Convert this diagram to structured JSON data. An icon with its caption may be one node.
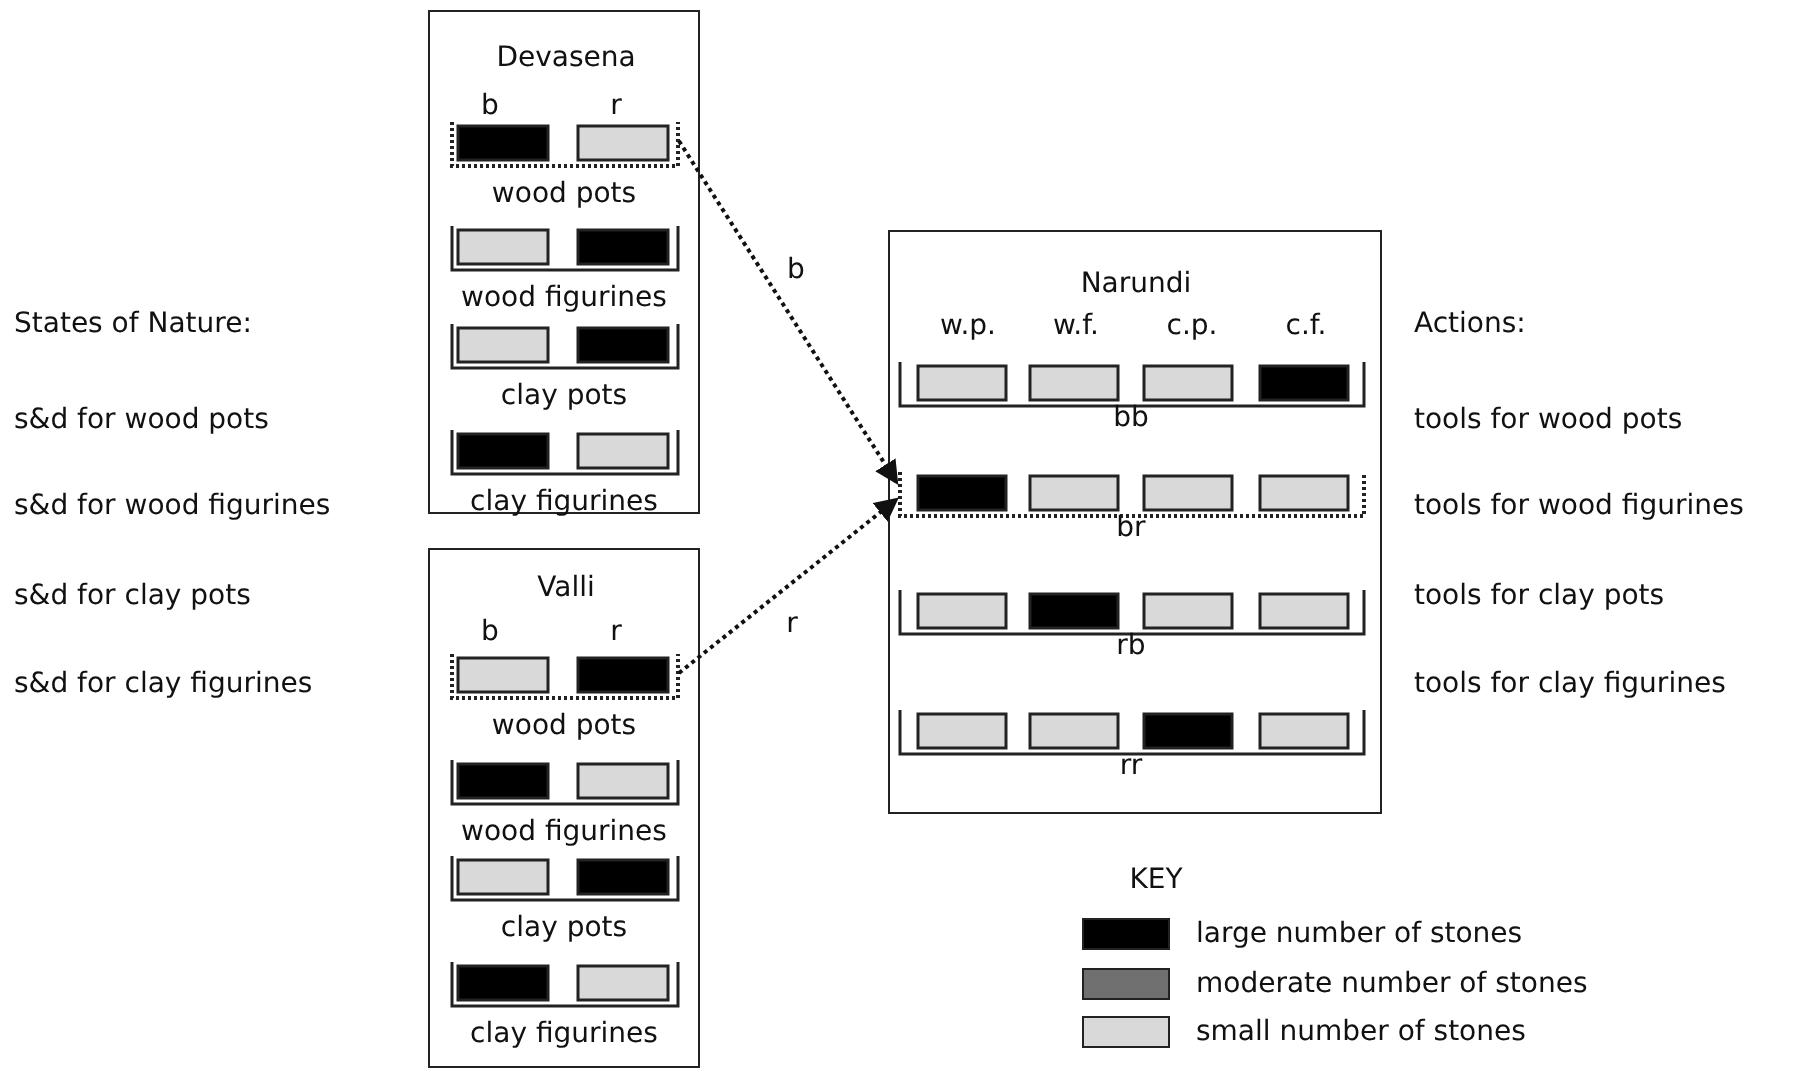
{
  "diagram": {
    "nodes": [
      {
        "text": [
          "Devasena",
          "b",
          "r"
        ]
      },
      {
        "text": [
          "wood pots"
        ],
        "in": 0
      },
      {
        "text": [
          "wood figurines"
        ],
        "in": 0
      },
      {
        "text": [
          "clay pots"
        ],
        "in": 0
      },
      {
        "text": [
          "clay figurines"
        ],
        "in": 0
      },
      {
        "text": [
          "Valli",
          "b",
          "r"
        ]
      },
      {
        "text": [
          "wood pots"
        ],
        "in": 5
      },
      {
        "text": [
          "wood figurines"
        ],
        "in": 5
      },
      {
        "text": [
          "clay pots"
        ],
        "in": 5
      },
      {
        "text": [
          "clay figurines"
        ],
        "in": 5
      },
      {
        "text": [
          "Narundi",
          "w.p.",
          "w.f.",
          "c.p.",
          "c.f."
        ]
      },
      {
        "text": [
          "bb"
        ],
        "in": 10
      },
      {
        "text": [
          "br"
        ],
        "in": 10
      },
      {
        "text": [
          "rb"
        ],
        "in": 10
      },
      {
        "text": [
          "rr"
        ],
        "in": 10
      }
    ],
    "edges": [
      {
        "from": 1,
        "to": 12,
        "arrow": "to",
        "label": "b",
        "style": "dashed"
      },
      {
        "from": 6,
        "to": 12,
        "arrow": "to",
        "label": "r",
        "style": "dashed"
      }
    ],
    "labels": [
      "States of Nature:",
      "s&d for wood pots",
      "s&d for wood figurines",
      "s&d for clay pots",
      "s&d for clay figurines",
      "Actions:",
      "tools for wood pots",
      "tools for wood figurines",
      "tools for clay pots",
      "tools for clay figurines",
      "KEY"
    ],
    "legend": [
      {
        "text": "large number of stones",
        "color": "#000000"
      },
      {
        "text": "moderate number of stones",
        "color": "#707070"
      },
      {
        "text": "small number of stones",
        "color": "#d9d9d9"
      }
    ]
  }
}
